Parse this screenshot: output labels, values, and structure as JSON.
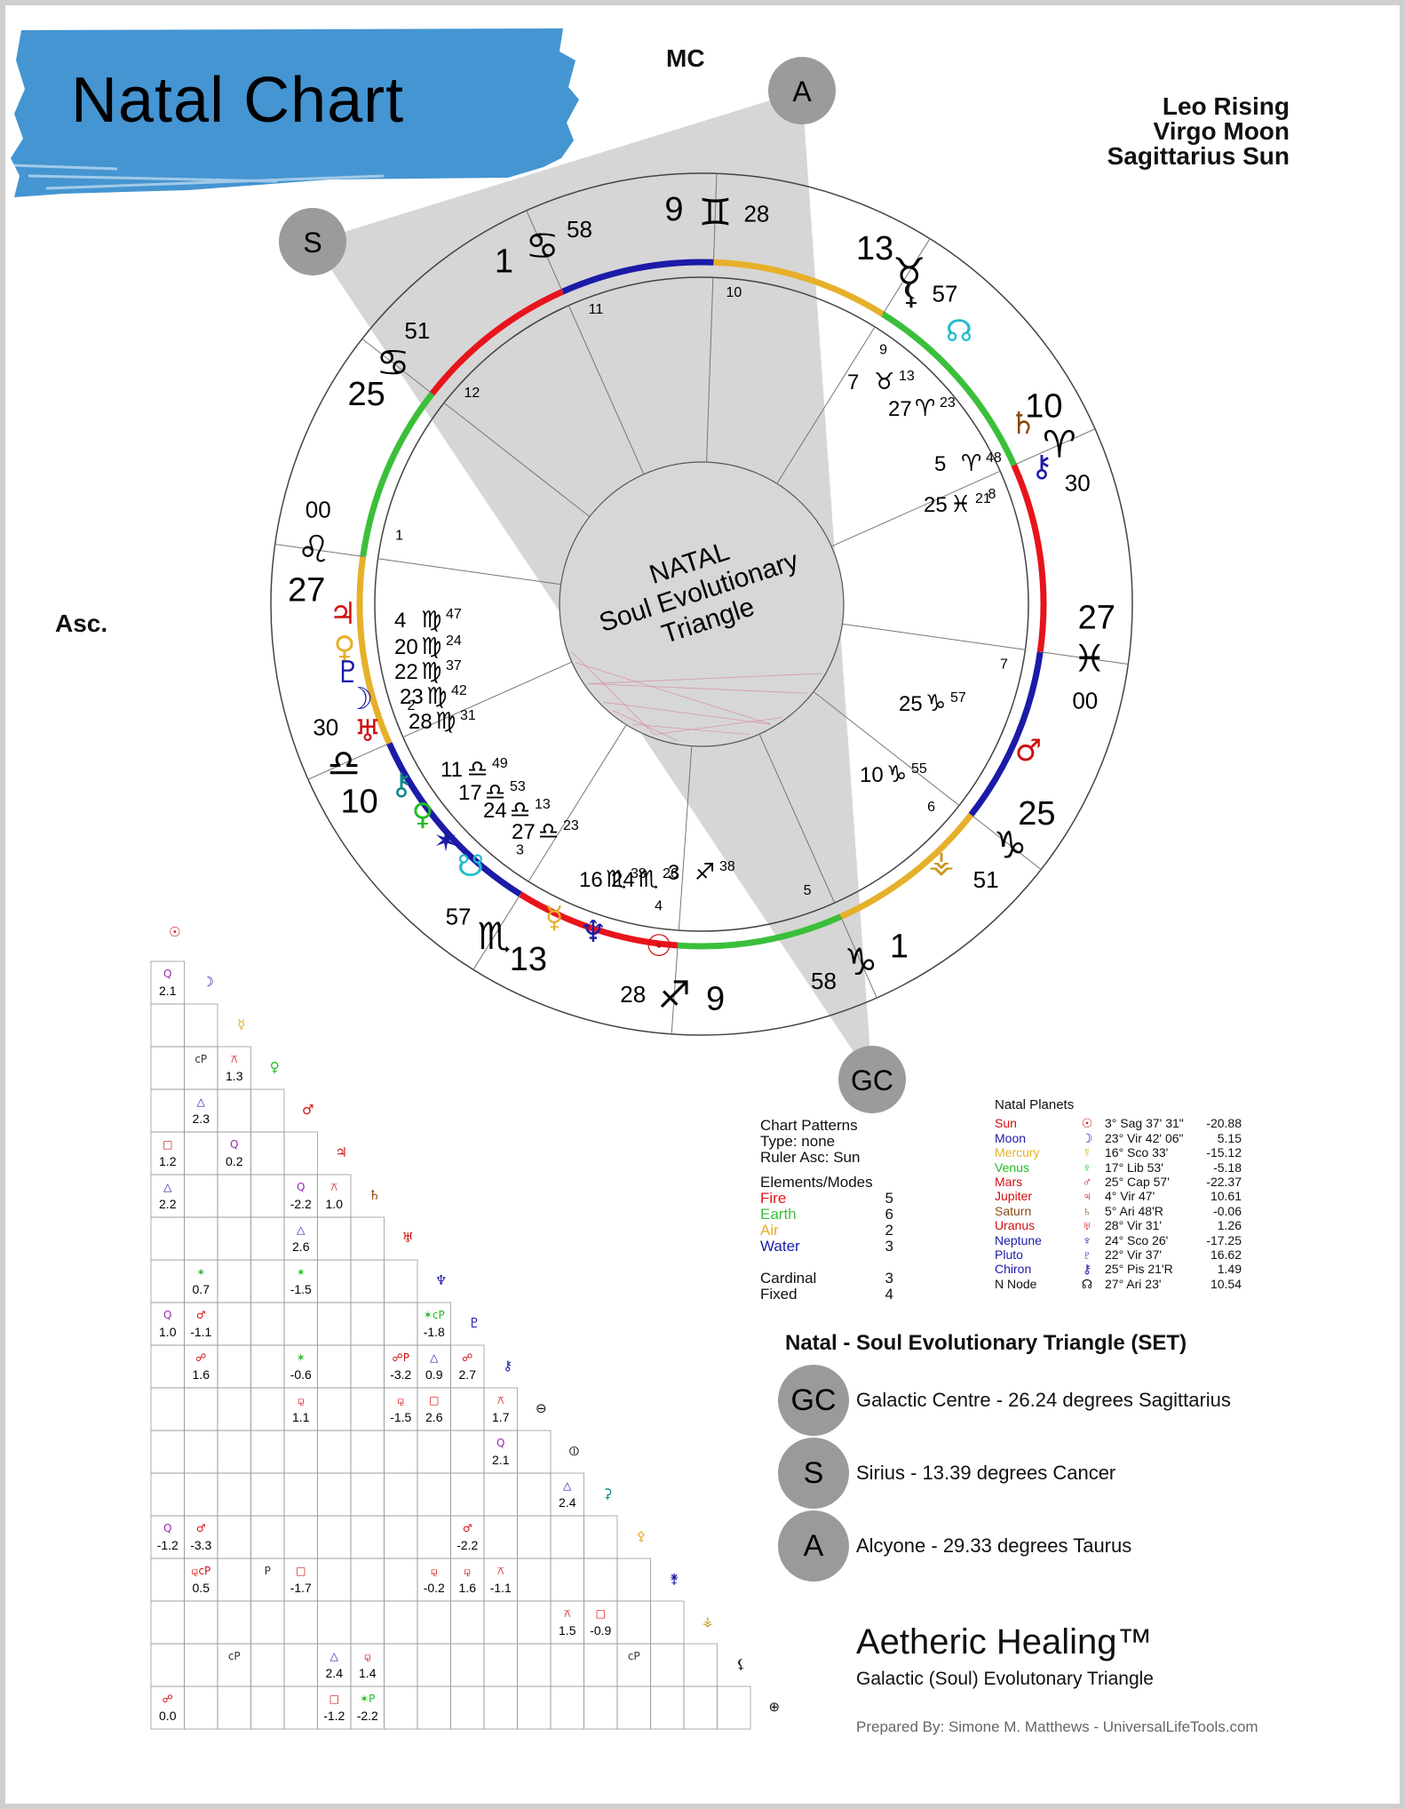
{
  "header": {
    "title": "Natal Chart",
    "rising": [
      "Leo Rising",
      "Virgo Moon",
      "Sagittarius Sun"
    ],
    "asc_label": "Asc.",
    "mc_label": "MC"
  },
  "colors": {
    "fire": "#e8141b",
    "earth": "#3bbf3b",
    "air": "#e6b02a",
    "water": "#1b1ba8",
    "brush": "#3b8fd0",
    "triangle": "#cfcfcf",
    "marker": "#9b9b9b"
  },
  "wheel": {
    "center_text": [
      "NATAL",
      "Soul Evolutionary",
      "Triangle"
    ],
    "sign_rim_colors": [
      "#e6b02a",
      "#3bbf3b",
      "#e8141b",
      "#1b1ba8",
      "#e6b02a",
      "#3bbf3b",
      "#e8141b",
      "#1b1ba8",
      "#e6b02a",
      "#3bbf3b",
      "#e8141b",
      "#1b1ba8"
    ],
    "cusps": [
      {
        "deg": "9",
        "sign": "♊",
        "min": "28",
        "house": "10"
      },
      {
        "deg": "13",
        "sign": "♉",
        "min": "57",
        "house": "9"
      },
      {
        "deg": "10",
        "sign": "♈",
        "min": "30",
        "house": "8"
      },
      {
        "deg": "27",
        "sign": "♓",
        "min": "00",
        "house": "7"
      },
      {
        "deg": "25",
        "sign": "♑",
        "min": "51",
        "house": "6"
      },
      {
        "deg": "1",
        "sign": "♑",
        "min": "58",
        "house": "5"
      },
      {
        "deg": "9",
        "sign": "♐",
        "min": "28",
        "house": "4"
      },
      {
        "deg": "13",
        "sign": "♏",
        "min": "57",
        "house": "3"
      },
      {
        "deg": "10",
        "sign": "♎",
        "min": "30",
        "house": "2"
      },
      {
        "deg": "27",
        "sign": "♌",
        "min": "00",
        "house": "1"
      },
      {
        "deg": "25",
        "sign": "♋",
        "min": "51",
        "house": "12"
      },
      {
        "deg": "1",
        "sign": "♋",
        "min": "58",
        "house": "11"
      }
    ],
    "markers": [
      {
        "label": "A"
      },
      {
        "label": "S"
      },
      {
        "label": "GC"
      }
    ],
    "planet_glyphs": [
      {
        "glyph": "♃",
        "color": "#d01010"
      },
      {
        "glyph": "♀",
        "color": "#e6b02a"
      },
      {
        "glyph": "♇",
        "color": "#1b1ba8"
      },
      {
        "glyph": "☽",
        "color": "#1b1ba8"
      },
      {
        "glyph": "♅",
        "color": "#d01010"
      },
      {
        "glyph": "⚷",
        "color": "#108888"
      },
      {
        "glyph": "♀",
        "color": "#22bb22"
      },
      {
        "glyph": "✶",
        "color": "#1b1ba8"
      },
      {
        "glyph": "☋",
        "color": "#22bbcc"
      },
      {
        "glyph": "☿",
        "color": "#e6b02a"
      },
      {
        "glyph": "♆",
        "color": "#1b1ba8"
      },
      {
        "glyph": "☉",
        "color": "#d01010"
      },
      {
        "glyph": "♂",
        "color": "#d01010"
      },
      {
        "glyph": "⚶",
        "color": "#c8961e"
      },
      {
        "glyph": "♄",
        "color": "#8a4a12"
      },
      {
        "glyph": "⚷",
        "color": "#1b1ba8"
      },
      {
        "glyph": "⚸",
        "color": "#111111"
      },
      {
        "glyph": "☊",
        "color": "#22bbcc"
      }
    ],
    "planet_positions": [
      {
        "d": "4",
        "s": "♍",
        "m": "47"
      },
      {
        "d": "20",
        "s": "♍",
        "m": "24"
      },
      {
        "d": "22",
        "s": "♍",
        "m": "37"
      },
      {
        "d": "23",
        "s": "♍",
        "m": "42"
      },
      {
        "d": "28",
        "s": "♍",
        "m": "31"
      },
      {
        "d": "11",
        "s": "♎",
        "m": "49"
      },
      {
        "d": "17",
        "s": "♎",
        "m": "53"
      },
      {
        "d": "24",
        "s": "♎",
        "m": "13"
      },
      {
        "d": "27",
        "s": "♎",
        "m": "23"
      },
      {
        "d": "16",
        "s": "♏",
        "m": "33"
      },
      {
        "d": "24",
        "s": "♏",
        "m": "26"
      },
      {
        "d": "3",
        "s": "♐",
        "m": "38"
      },
      {
        "d": "25",
        "s": "♑",
        "m": "57"
      },
      {
        "d": "10",
        "s": "♑",
        "m": "55"
      },
      {
        "d": "5",
        "s": "♈",
        "m": "48"
      },
      {
        "d": "25",
        "s": "♓",
        "m": "21"
      },
      {
        "d": "7",
        "s": "♉",
        "m": "13"
      },
      {
        "d": "27",
        "s": "♈",
        "m": "23"
      }
    ]
  },
  "aspect_grid": {
    "axis_glyphs": [
      "☉",
      "☽",
      "☿",
      "♀",
      "♂",
      "♃",
      "♄",
      "♅",
      "♆",
      "♇",
      "⚷",
      "⊖",
      "⦶",
      "⚳",
      "⚴",
      "⚵",
      "⚶",
      "⚸",
      "⊕"
    ],
    "glyph_colors": [
      "#d01010",
      "#1b1ba8",
      "#e6b02a",
      "#22bb22",
      "#d01010",
      "#d01010",
      "#8a4a12",
      "#d01010",
      "#1b1ba8",
      "#1b1ba8",
      "#1b1ba8",
      "#111",
      "#111",
      "#108888",
      "#e6b02a",
      "#1b1ba8",
      "#c8961e",
      "#111",
      "#111"
    ],
    "cells": [
      {
        "r": 1,
        "c": 0,
        "sym": "Q",
        "val": "2.1",
        "col": "#9a2ab0"
      },
      {
        "r": 3,
        "c": 1,
        "sym": "cP",
        "val": "",
        "col": "#333"
      },
      {
        "r": 3,
        "c": 2,
        "sym": "⚻",
        "val": "1.3",
        "col": "#d01010"
      },
      {
        "r": 4,
        "c": 1,
        "sym": "△",
        "val": "2.3",
        "col": "#1b1ba8"
      },
      {
        "r": 5,
        "c": 0,
        "sym": "□",
        "val": "1.2",
        "col": "#d01010"
      },
      {
        "r": 5,
        "c": 2,
        "sym": "Q",
        "val": "0.2",
        "col": "#9a2ab0"
      },
      {
        "r": 6,
        "c": 0,
        "sym": "△",
        "val": "2.2",
        "col": "#1b1ba8"
      },
      {
        "r": 6,
        "c": 4,
        "sym": "Q",
        "val": "-2.2",
        "col": "#9a2ab0"
      },
      {
        "r": 6,
        "c": 5,
        "sym": "⚻",
        "val": "1.0",
        "col": "#d01010"
      },
      {
        "r": 7,
        "c": 4,
        "sym": "△",
        "val": "2.6",
        "col": "#1b1ba8"
      },
      {
        "r": 8,
        "c": 1,
        "sym": "✶",
        "val": "0.7",
        "col": "#22bb22"
      },
      {
        "r": 8,
        "c": 4,
        "sym": "✶",
        "val": "-1.5",
        "col": "#22bb22"
      },
      {
        "r": 9,
        "c": 0,
        "sym": "Q",
        "val": "1.0",
        "col": "#9a2ab0"
      },
      {
        "r": 9,
        "c": 1,
        "sym": "♂",
        "val": "-1.1",
        "col": "#d01010"
      },
      {
        "r": 9,
        "c": 8,
        "sym": "✶cP",
        "val": "-1.8",
        "col": "#22bb22"
      },
      {
        "r": 10,
        "c": 1,
        "sym": "☍",
        "val": "1.6",
        "col": "#d01010"
      },
      {
        "r": 10,
        "c": 4,
        "sym": "✶",
        "val": "-0.6",
        "col": "#22bb22"
      },
      {
        "r": 10,
        "c": 7,
        "sym": "☍P",
        "val": "-3.2",
        "col": "#d01010"
      },
      {
        "r": 10,
        "c": 8,
        "sym": "△",
        "val": "0.9",
        "col": "#1b1ba8"
      },
      {
        "r": 10,
        "c": 9,
        "sym": "☍",
        "val": "2.7",
        "col": "#d01010"
      },
      {
        "r": 11,
        "c": 4,
        "sym": "⚼",
        "val": "1.1",
        "col": "#d01010"
      },
      {
        "r": 11,
        "c": 7,
        "sym": "⚼",
        "val": "-1.5",
        "col": "#d01010"
      },
      {
        "r": 11,
        "c": 8,
        "sym": "□",
        "val": "2.6",
        "col": "#d01010"
      },
      {
        "r": 11,
        "c": 10,
        "sym": "⚻",
        "val": "1.7",
        "col": "#d01010"
      },
      {
        "r": 12,
        "c": 10,
        "sym": "Q",
        "val": "2.1",
        "col": "#9a2ab0"
      },
      {
        "r": 13,
        "c": 12,
        "sym": "△",
        "val": "2.4",
        "col": "#1b1ba8"
      },
      {
        "r": 14,
        "c": 0,
        "sym": "Q",
        "val": "-1.2",
        "col": "#9a2ab0"
      },
      {
        "r": 14,
        "c": 1,
        "sym": "♂",
        "val": "-3.3",
        "col": "#d01010"
      },
      {
        "r": 14,
        "c": 9,
        "sym": "♂",
        "val": "-2.2",
        "col": "#d01010"
      },
      {
        "r": 15,
        "c": 1,
        "sym": "⚼cP",
        "val": "0.5",
        "col": "#d01010"
      },
      {
        "r": 15,
        "c": 3,
        "sym": "P",
        "val": "",
        "col": "#333"
      },
      {
        "r": 15,
        "c": 4,
        "sym": "□",
        "val": "-1.7",
        "col": "#d01010"
      },
      {
        "r": 15,
        "c": 8,
        "sym": "⚼",
        "val": "-0.2",
        "col": "#d01010"
      },
      {
        "r": 15,
        "c": 9,
        "sym": "⚼",
        "val": "1.6",
        "col": "#d01010"
      },
      {
        "r": 15,
        "c": 10,
        "sym": "⚻",
        "val": "-1.1",
        "col": "#d01010"
      },
      {
        "r": 16,
        "c": 12,
        "sym": "⚻",
        "val": "1.5",
        "col": "#d01010"
      },
      {
        "r": 16,
        "c": 13,
        "sym": "□",
        "val": "-0.9",
        "col": "#d01010"
      },
      {
        "r": 17,
        "c": 2,
        "sym": "cP",
        "val": "",
        "col": "#333"
      },
      {
        "r": 17,
        "c": 5,
        "sym": "△",
        "val": "2.4",
        "col": "#1b1ba8"
      },
      {
        "r": 17,
        "c": 6,
        "sym": "⚼",
        "val": "1.4",
        "col": "#d01010"
      },
      {
        "r": 17,
        "c": 14,
        "sym": "cP",
        "val": "",
        "col": "#333"
      },
      {
        "r": 18,
        "c": 0,
        "sym": "☍",
        "val": "0.0",
        "col": "#d01010"
      },
      {
        "r": 18,
        "c": 5,
        "sym": "□",
        "val": "-1.2",
        "col": "#d01010"
      },
      {
        "r": 18,
        "c": 6,
        "sym": "✶P",
        "val": "-2.2",
        "col": "#22bb22"
      }
    ]
  },
  "patterns": {
    "heading": "Chart Patterns",
    "type": "Type: none",
    "ruler": "Ruler Asc: Sun",
    "elements_heading": "Elements/Modes",
    "elements": [
      {
        "name": "Fire",
        "count": "5",
        "color": "#e8141b"
      },
      {
        "name": "Earth",
        "count": "6",
        "color": "#3bbf3b"
      },
      {
        "name": "Air",
        "count": "2",
        "color": "#e6b02a"
      },
      {
        "name": "Water",
        "count": "3",
        "color": "#1b1ba8"
      }
    ],
    "cardinal": "Cardinal",
    "cardinal_count": "3",
    "fixed_partial": "Fixed",
    "fixed_count": "4"
  },
  "natal_planets": {
    "heading": "Natal Planets",
    "rows": [
      {
        "name": "Sun",
        "glyph": "☉",
        "pos": "3° Sag 37' 31\"",
        "val": "-20.88",
        "color": "#d01010"
      },
      {
        "name": "Moon",
        "glyph": "☽",
        "pos": "23° Vir 42' 06\"",
        "val": "5.15",
        "color": "#1b1ba8"
      },
      {
        "name": "Mercury",
        "glyph": "☿",
        "pos": "16° Sco 33'",
        "val": "-15.12",
        "color": "#e6b02a"
      },
      {
        "name": "Venus",
        "glyph": "♀",
        "pos": "17° Lib 53'",
        "val": "-5.18",
        "color": "#22bb22"
      },
      {
        "name": "Mars",
        "glyph": "♂",
        "pos": "25° Cap 57'",
        "val": "-22.37",
        "color": "#d01010"
      },
      {
        "name": "Jupiter",
        "glyph": "♃",
        "pos": "4° Vir 47'",
        "val": "10.61",
        "color": "#d01010"
      },
      {
        "name": "Saturn",
        "glyph": "♄",
        "pos": "5° Ari 48'R",
        "val": "-0.06",
        "color": "#8a4a12"
      },
      {
        "name": "Uranus",
        "glyph": "♅",
        "pos": "28° Vir 31'",
        "val": "1.26",
        "color": "#d01010"
      },
      {
        "name": "Neptune",
        "glyph": "♆",
        "pos": "24° Sco 26'",
        "val": "-17.25",
        "color": "#1b1ba8"
      },
      {
        "name": "Pluto",
        "glyph": "♇",
        "pos": "22° Vir 37'",
        "val": "16.62",
        "color": "#1b1ba8"
      },
      {
        "name": "Chiron",
        "glyph": "⚷",
        "pos": "25° Pis 21'R",
        "val": "1.49",
        "color": "#1b1ba8"
      },
      {
        "name": "N Node",
        "glyph": "☊",
        "pos": "27° Ari 23'",
        "val": "10.54",
        "color": "#111"
      }
    ]
  },
  "set": {
    "title": "Natal - Soul Evolutionary Triangle (SET)",
    "items": [
      {
        "badge": "GC",
        "text": "Galactic Centre - 26.24 degrees Sagittarius"
      },
      {
        "badge": "S",
        "text": "Sirius - 13.39 degrees Cancer"
      },
      {
        "badge": "A",
        "text": "Alcyone - 29.33 degrees Taurus"
      }
    ]
  },
  "brand": {
    "title": "Aetheric Healing™",
    "subtitle": "Galactic (Soul) Evolutonary Triangle",
    "prepared": "Prepared By:  Simone M. Matthews - UniversalLifeTools.com"
  }
}
